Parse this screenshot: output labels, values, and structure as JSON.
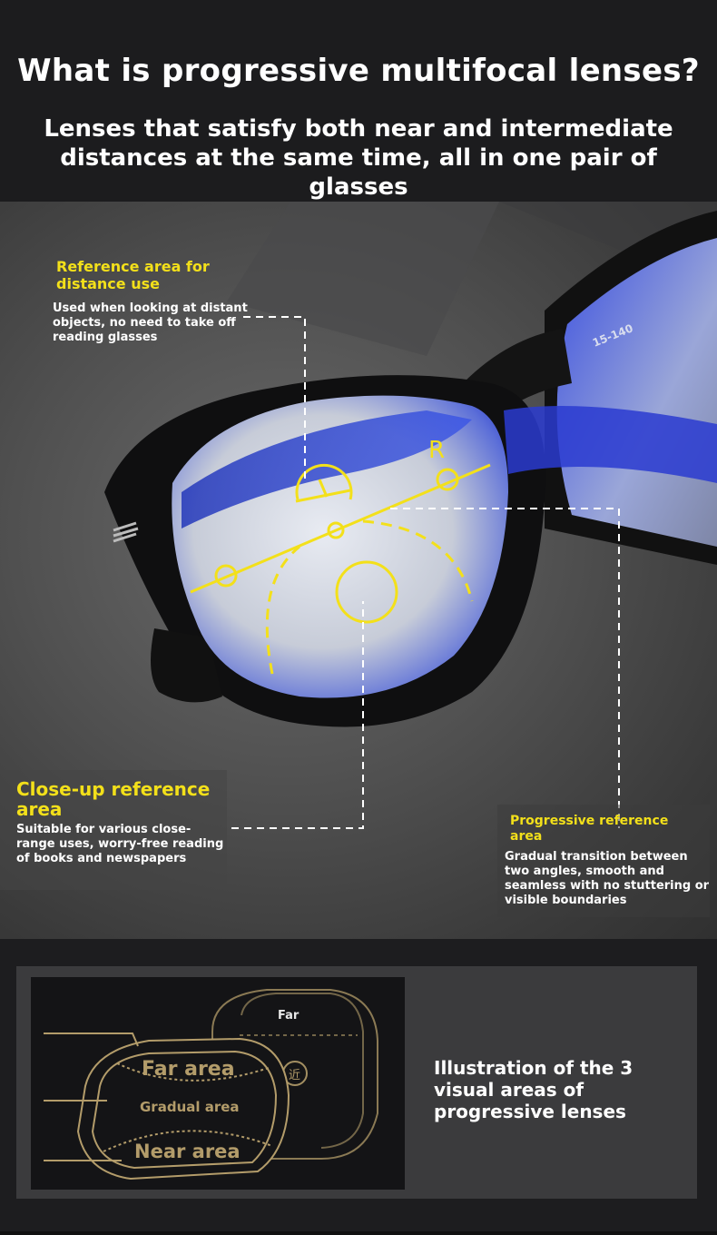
{
  "header": {
    "title": "What is progressive multifocal lenses?",
    "subtitle": "Lenses that satisfy both near and intermediate distances at the same time, all in one pair of glasses"
  },
  "photo": {
    "frame_marking": "15-140",
    "lens_letter": "R",
    "far_area": {
      "title": "Reference area for distance use",
      "description": "Used when looking at distant objects, no need to take off reading glasses"
    },
    "close_area": {
      "title": "Close-up reference area",
      "description": "Suitable for various close-range uses, worry-free reading of books and newspapers"
    },
    "progressive_area": {
      "title": "Progressive reference area",
      "description": "Gradual transition between two angles, smooth and seamless with no stuttering or visible boundaries"
    }
  },
  "diagram": {
    "back_lens_label": "Far",
    "back_lens_near_glyph": "近",
    "far_label": "Far area",
    "gradual_label": "Gradual area",
    "near_label": "Near area",
    "caption": "Illustration of the 3 visual areas of progressive lenses"
  },
  "colors": {
    "accent_yellow": "#f3e01a",
    "diagram_gold": "#b39c6a",
    "lens_blue": "#2233cc"
  }
}
